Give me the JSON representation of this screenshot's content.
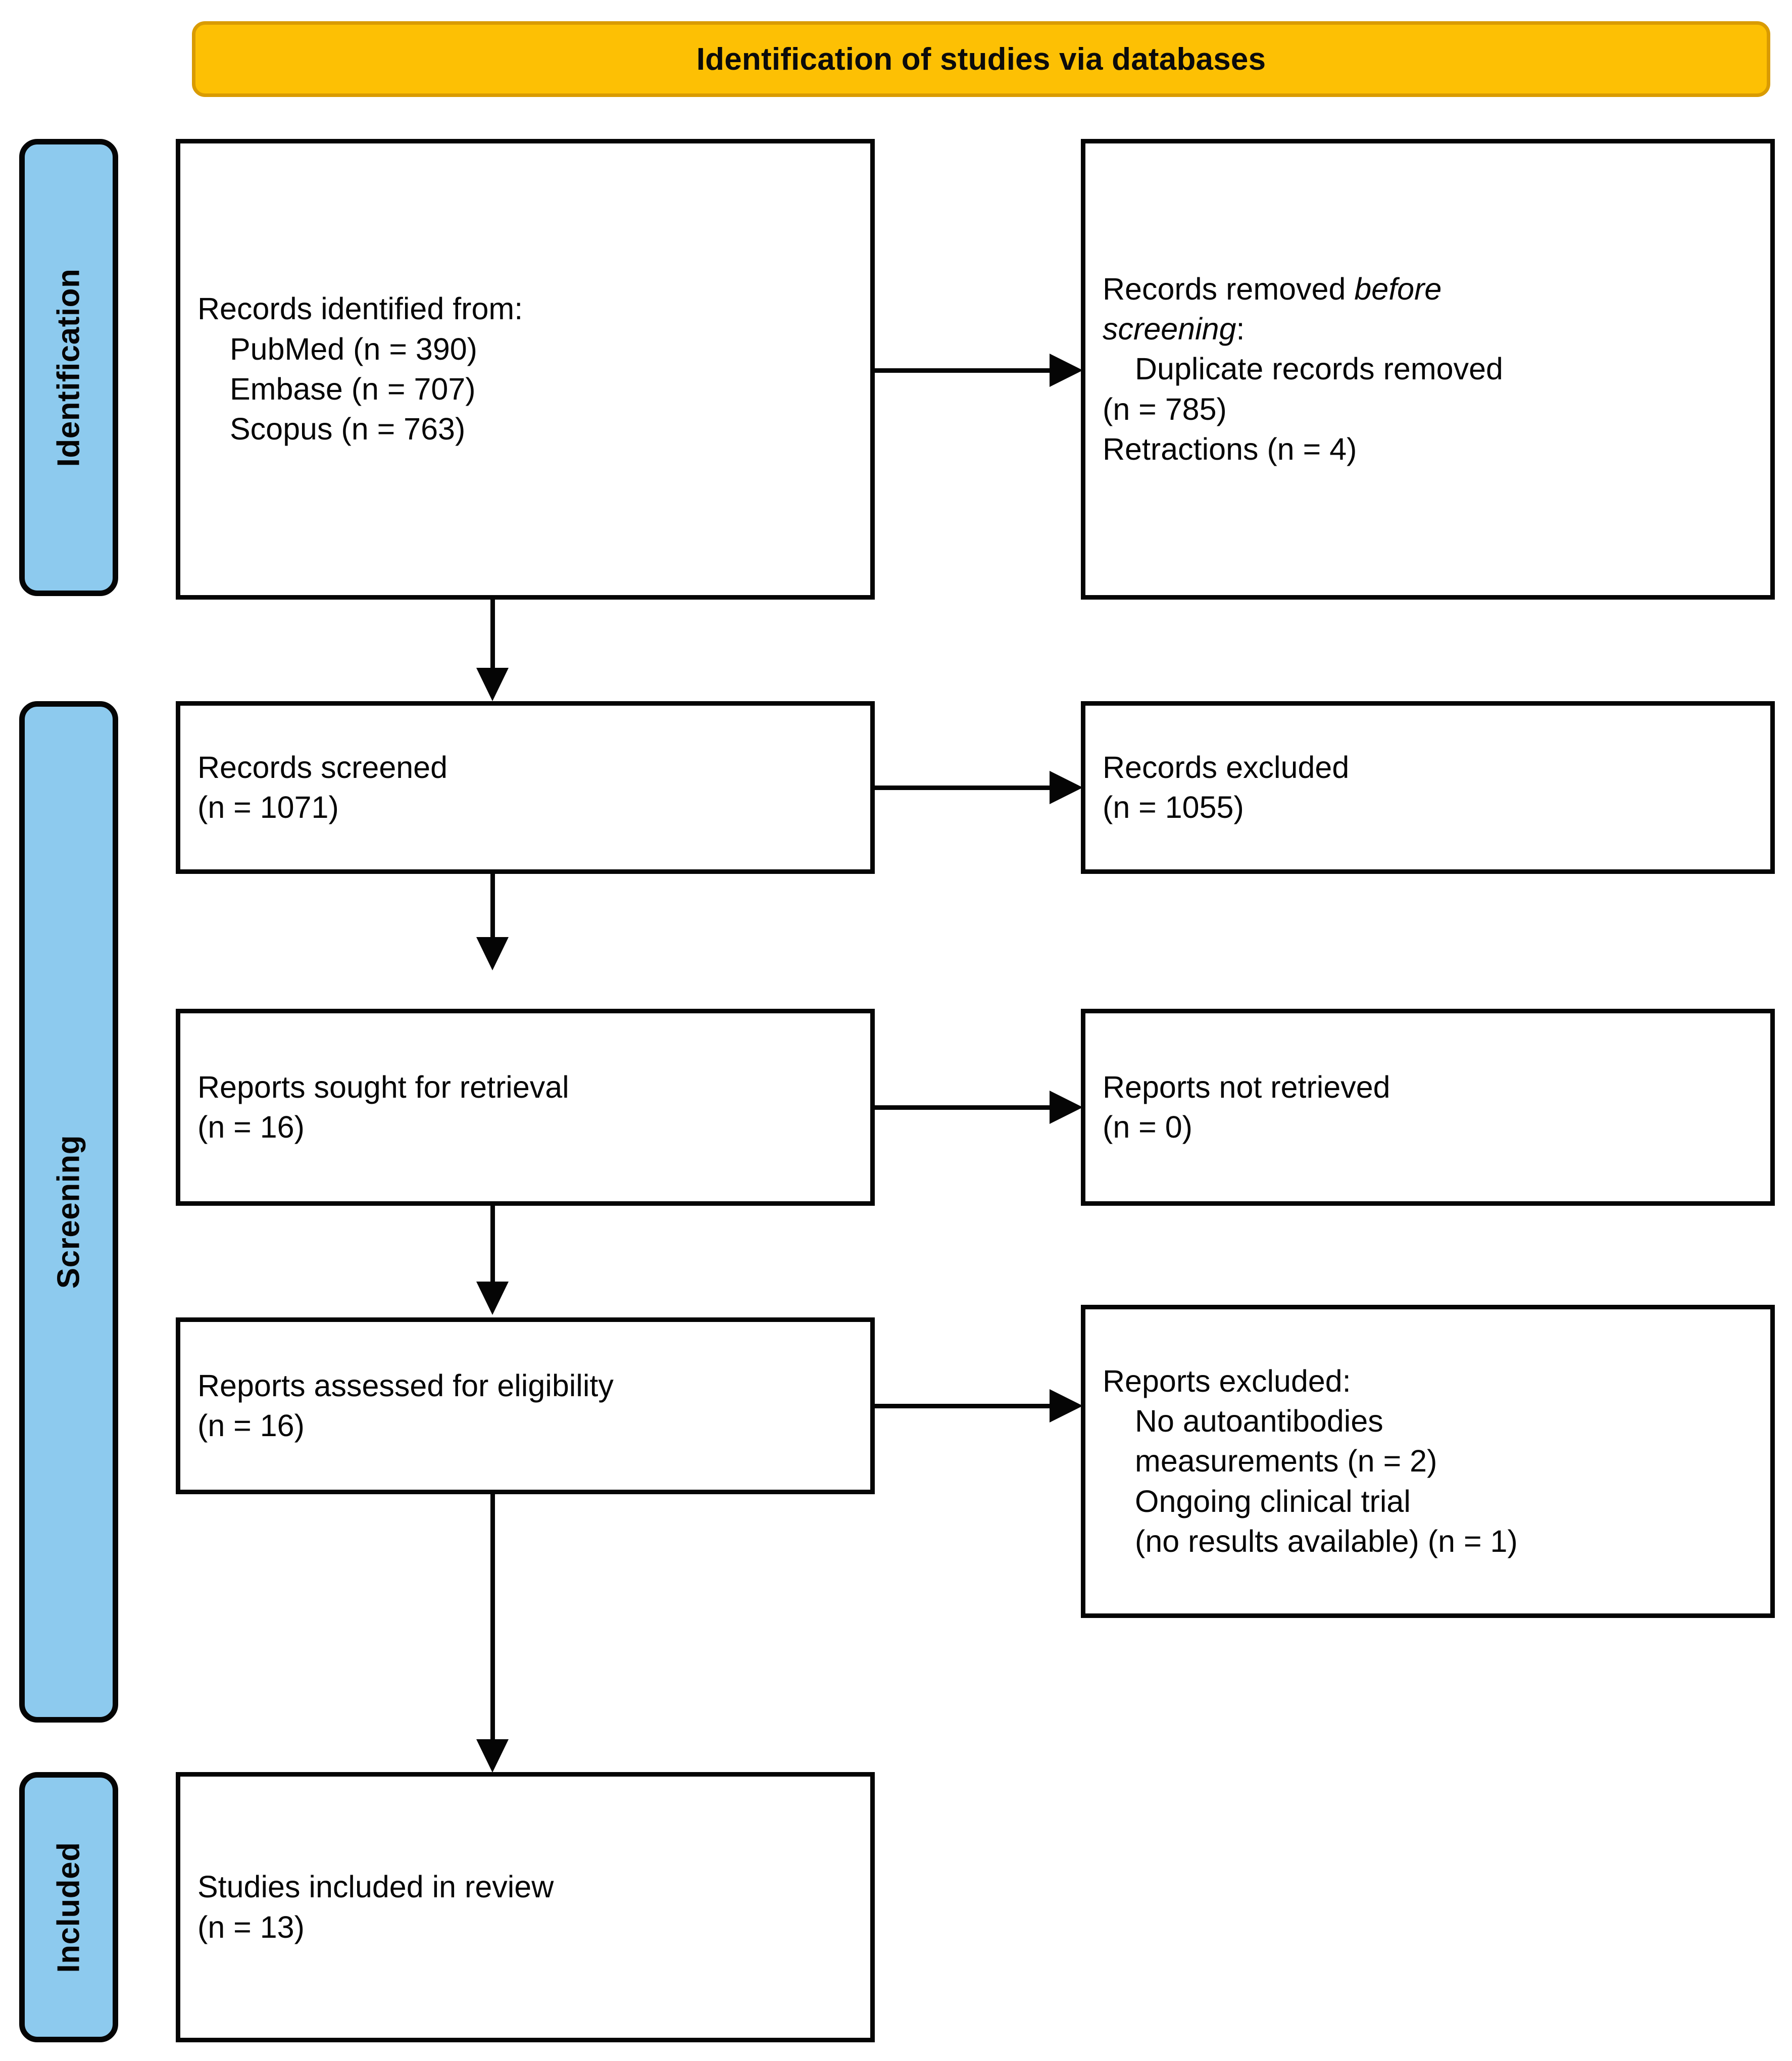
{
  "header": {
    "title": "Identification of studies via databases",
    "bg_color": "#FDC004",
    "border_color": "#D99B02"
  },
  "rails": {
    "bg_color": "#8DCAEE",
    "items": [
      {
        "label": "Identification"
      },
      {
        "label": "Screening"
      },
      {
        "label": "Included"
      }
    ]
  },
  "boxes": {
    "identified": {
      "lines": [
        {
          "text": "Records identified from:",
          "indent": false
        },
        {
          "text": "PubMed (n = 390)",
          "indent": true
        },
        {
          "text": "Embase (n = 707)",
          "indent": true
        },
        {
          "text": "Scopus (n = 763)",
          "indent": true
        }
      ]
    },
    "removed_before_screening": {
      "lines": [
        {
          "text": "Records removed ",
          "italic_text": "before",
          "indent": false
        },
        {
          "text": "screening",
          "italic": true,
          "suffix": ":",
          "indent": false
        },
        {
          "text": "Duplicate records removed",
          "indent": true
        },
        {
          "text": "(n = 785)",
          "indent": false
        },
        {
          "text": "Retractions (n = 4)",
          "indent": false
        }
      ]
    },
    "records_screened": {
      "lines": [
        {
          "text": "Records screened",
          "indent": false
        },
        {
          "text": "(n = 1071)",
          "indent": false
        }
      ]
    },
    "records_excluded": {
      "lines": [
        {
          "text": "Records excluded",
          "indent": false
        },
        {
          "text": "(n = 1055)",
          "indent": false
        }
      ]
    },
    "reports_sought": {
      "lines": [
        {
          "text": "Reports sought for retrieval",
          "indent": false
        },
        {
          "text": "(n = 16)",
          "indent": false
        }
      ]
    },
    "reports_not_retrieved": {
      "lines": [
        {
          "text": "Reports not retrieved",
          "indent": false
        },
        {
          "text": "(n = 0)",
          "indent": false
        }
      ]
    },
    "reports_assessed": {
      "lines": [
        {
          "text": "Reports assessed for eligibility",
          "indent": false
        },
        {
          "text": "(n = 16)",
          "indent": false
        }
      ]
    },
    "reports_excluded": {
      "lines": [
        {
          "text": "Reports excluded:",
          "indent": false
        },
        {
          "text": "No autoantibodies",
          "indent": true
        },
        {
          "text": "measurements (n = 2)",
          "indent": true
        },
        {
          "text": "Ongoing clinical trial",
          "indent": true
        },
        {
          "text": "(no results available) (n = 1)",
          "indent": true
        }
      ]
    },
    "studies_included": {
      "lines": [
        {
          "text": "Studies included in review",
          "indent": false
        },
        {
          "text": "(n = 13)",
          "indent": false
        }
      ]
    }
  },
  "flat": {
    "identified_l0": "Records identified from:",
    "identified_l1": "PubMed (n = 390)",
    "identified_l2": "Embase (n = 707)",
    "identified_l3": "Scopus (n = 763)",
    "removed_l0a": "Records removed ",
    "removed_l0b": "before",
    "removed_l1a": "screening",
    "removed_l1b": ":",
    "removed_l2": "Duplicate records removed",
    "removed_l3": "(n = 785)",
    "removed_l4": "Retractions (n = 4)",
    "screened_l0": "Records screened",
    "screened_l1": "(n = 1071)",
    "excluded_l0": "Records excluded",
    "excluded_l1": "(n = 1055)",
    "sought_l0": "Reports sought for retrieval",
    "sought_l1": "(n = 16)",
    "notretrieved_l0": "Reports not retrieved",
    "notretrieved_l1": "(n = 0)",
    "assessed_l0": "Reports assessed for eligibility",
    "assessed_l1": "(n = 16)",
    "repexcl_l0": "Reports excluded:",
    "repexcl_l1": "No autoantibodies",
    "repexcl_l2": "measurements (n = 2)",
    "repexcl_l3": "Ongoing clinical trial",
    "repexcl_l4": "(no results available) (n = 1)",
    "included_l0": "Studies included in review",
    "included_l1": "(n = 13)",
    "rail_identification": "Identification",
    "rail_screening": "Screening",
    "rail_included": "Included",
    "banner_title": "Identification of studies via databases"
  }
}
